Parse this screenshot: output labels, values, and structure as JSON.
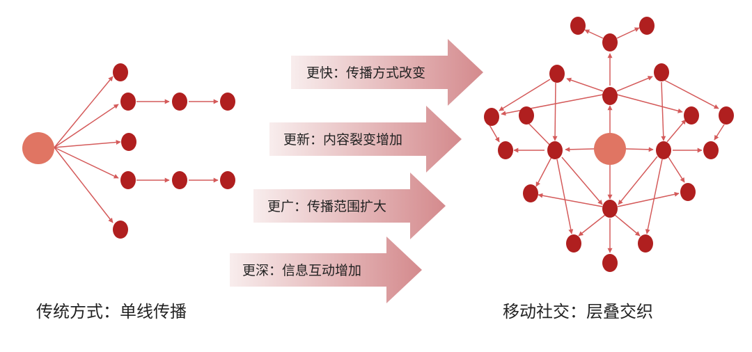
{
  "left_caption": "传统方式：单线传播",
  "right_caption": "移动社交：层叠交织",
  "arrows": [
    {
      "label": "更快：传播方式改变"
    },
    {
      "label": "更新：内容裂变增加"
    },
    {
      "label": "更广：传播范围扩大"
    },
    {
      "label": "更深：信息互动增加"
    }
  ],
  "colors": {
    "source_node": "#e07563",
    "node": "#b01f1f",
    "edge": "#d45a5a",
    "arrow_light": "#f7eaea",
    "arrow_dark": "#d48c8f",
    "text": "#222222"
  }
}
